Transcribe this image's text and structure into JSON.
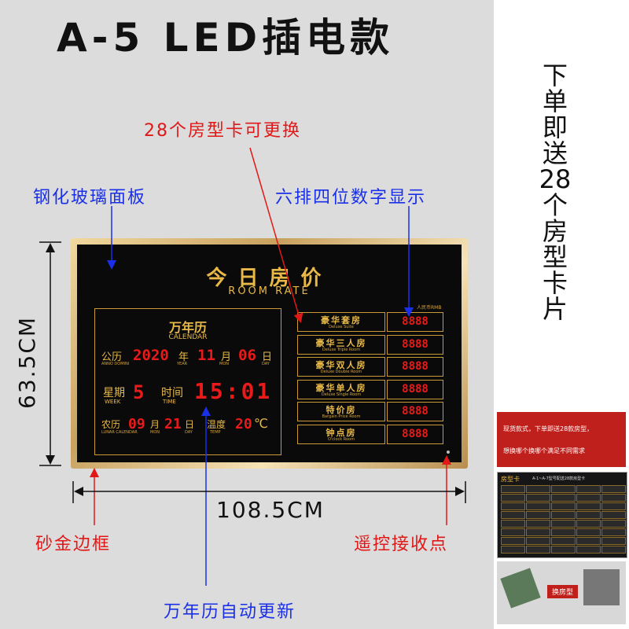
{
  "title": "A-5  LED插电款",
  "vertical_note": "下单即送28个房型卡片",
  "callouts": {
    "cards": "28个房型卡可更换",
    "glass": "钢化玻璃面板",
    "digits": "六排四位数字显示",
    "frame": "砂金边框",
    "receiver": "遥控接收点",
    "calendar_auto": "万年历自动更新"
  },
  "dimensions": {
    "height": "63.5CM",
    "width": "108.5CM"
  },
  "board": {
    "title": "今日房价",
    "subtitle": "ROOM RATE",
    "currency": "人民币RMB",
    "calendar": {
      "title": "万年历",
      "title_en": "CALENDAR",
      "gongli": "公历",
      "gongli_en": "ANNO DOMINI",
      "year": "2020",
      "year_cn": "年",
      "year_en": "YEAR",
      "month": "11",
      "month_cn": "月",
      "month_en": "MON",
      "day": "06",
      "day_cn": "日",
      "day_en": "DAY",
      "week_cn": "星期",
      "week_en": "WEEK",
      "week": "5",
      "time_cn": "时间",
      "time_en": "TIME",
      "time": "15:01",
      "lunar_cn": "农历",
      "lunar_en": "LUNAR CALENDAR",
      "lunar_month": "09",
      "lunar_month_cn": "月",
      "lunar_month_en": "MON",
      "lunar_day": "21",
      "lunar_day_cn": "日",
      "lunar_day_en": "DAY",
      "temp_cn": "温度",
      "temp_en": "TEMP",
      "temp": "20",
      "temp_unit": "℃"
    },
    "rooms": [
      {
        "cn": "豪华套房",
        "en": "Deluxe Suite",
        "price": "8888"
      },
      {
        "cn": "豪华三人房",
        "en": "Deluxe Triple Room",
        "price": "8888"
      },
      {
        "cn": "豪华双人房",
        "en": "Deluxe Double Room",
        "price": "8888"
      },
      {
        "cn": "豪华单人房",
        "en": "Deluxe Single Room",
        "price": "8888"
      },
      {
        "cn": "特价房",
        "en": "Bargain Price Room",
        "price": "8888"
      },
      {
        "cn": "钟点房",
        "en": "O'clock Room",
        "price": "8888"
      }
    ]
  },
  "side_promo": {
    "line1": "现货款式，下单即送28款房型，",
    "line2": "想换哪个换哪个满足不同需求",
    "card_title": "房型卡",
    "card_sub": "A-1~A-7型号配送28款房型卡",
    "swap_label": "换房型"
  },
  "colors": {
    "red_text": "#e01818",
    "blue_text": "#1a30e8",
    "gold": "#e8b947",
    "led_red": "#e81a1a",
    "frame_gold": "#c8a15e"
  }
}
